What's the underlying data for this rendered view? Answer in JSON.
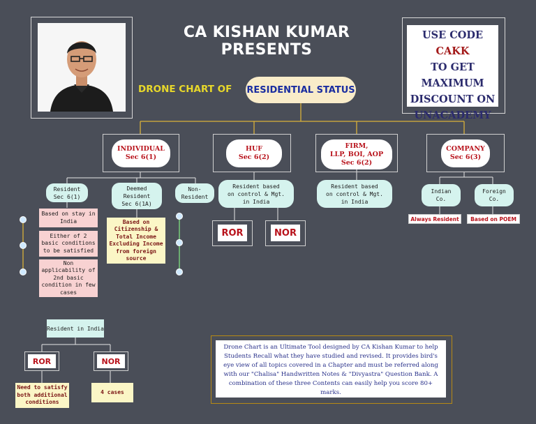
{
  "header": {
    "title": "CA KISHAN KUMAR PRESENTS",
    "drone_chart_label": "DRONE CHART OF",
    "root_topic": "RESIDENTIAL STATUS"
  },
  "promo": {
    "line1_prefix": "USE CODE ",
    "code": "CAKK",
    "line2": "TO GET",
    "line3": "MAXIMUM",
    "line4": "DISCOUNT ON",
    "line5": "UNACADEMY"
  },
  "categories": {
    "individual": {
      "name": "INDIVIDUAL",
      "section": "Sec 6(1)"
    },
    "huf": {
      "name": "HUF",
      "section": "Sec 6(2)"
    },
    "firm": {
      "name": "FIRM,",
      "name2": "LLP, BOI, AOP",
      "section": "Sec 6(2)"
    },
    "company": {
      "name": "COMPANY",
      "section": "Sec 6(3)"
    }
  },
  "individual": {
    "resident": {
      "line1": "Resident",
      "line2": "Sec 6(1)"
    },
    "deemed": {
      "line1": "Deemed",
      "line2": "Resident",
      "line3": "Sec 6(1A)"
    },
    "non_resident": {
      "line1": "Non-",
      "line2": "Resident"
    },
    "resident_points": [
      "Based on stay in India",
      "Either of 2 basic conditions to be satisfied",
      "Non applicability of 2nd basic condition in few cases"
    ],
    "deemed_note": "Based on Citizenship & Total Income Excluding Income from foreign source"
  },
  "huf": {
    "desc": {
      "line1": "Resident based",
      "line2": "on control & Mgt.",
      "line3": "in India"
    },
    "ror": "ROR",
    "nor": "NOR"
  },
  "firm": {
    "desc": {
      "line1": "Resident based",
      "line2": "on control & Mgt.",
      "line3": "in India"
    }
  },
  "company": {
    "indian": {
      "line1": "Indian",
      "line2": "Co."
    },
    "foreign": {
      "line1": "Foreign",
      "line2": "Co."
    },
    "indian_tag": "Always Resident",
    "foreign_tag": "Based on POEM"
  },
  "resident_in_india": {
    "label": "Resident in India",
    "ror": "ROR",
    "nor": "NOR",
    "ror_note": "Need to satisfy both additional conditions",
    "nor_note": "4 cases"
  },
  "info": "Drone Chart is an Ultimate Tool designed by CA Kishan Kumar to help Students Recall what they have studied and revised. It provides bird's eye view of all topics covered in a Chapter and must be referred along with our \"Chalisa\" Handwritten Notes & \"Divyastra\" Question Bank. A combination of these three Contents can easily help you score 80+ marks.",
  "colors": {
    "background": "#4a4e58",
    "connector": "#d9b23a",
    "accent_red": "#b8121b",
    "accent_blue": "#1a2da0",
    "title_yellow": "#e8d82a"
  }
}
